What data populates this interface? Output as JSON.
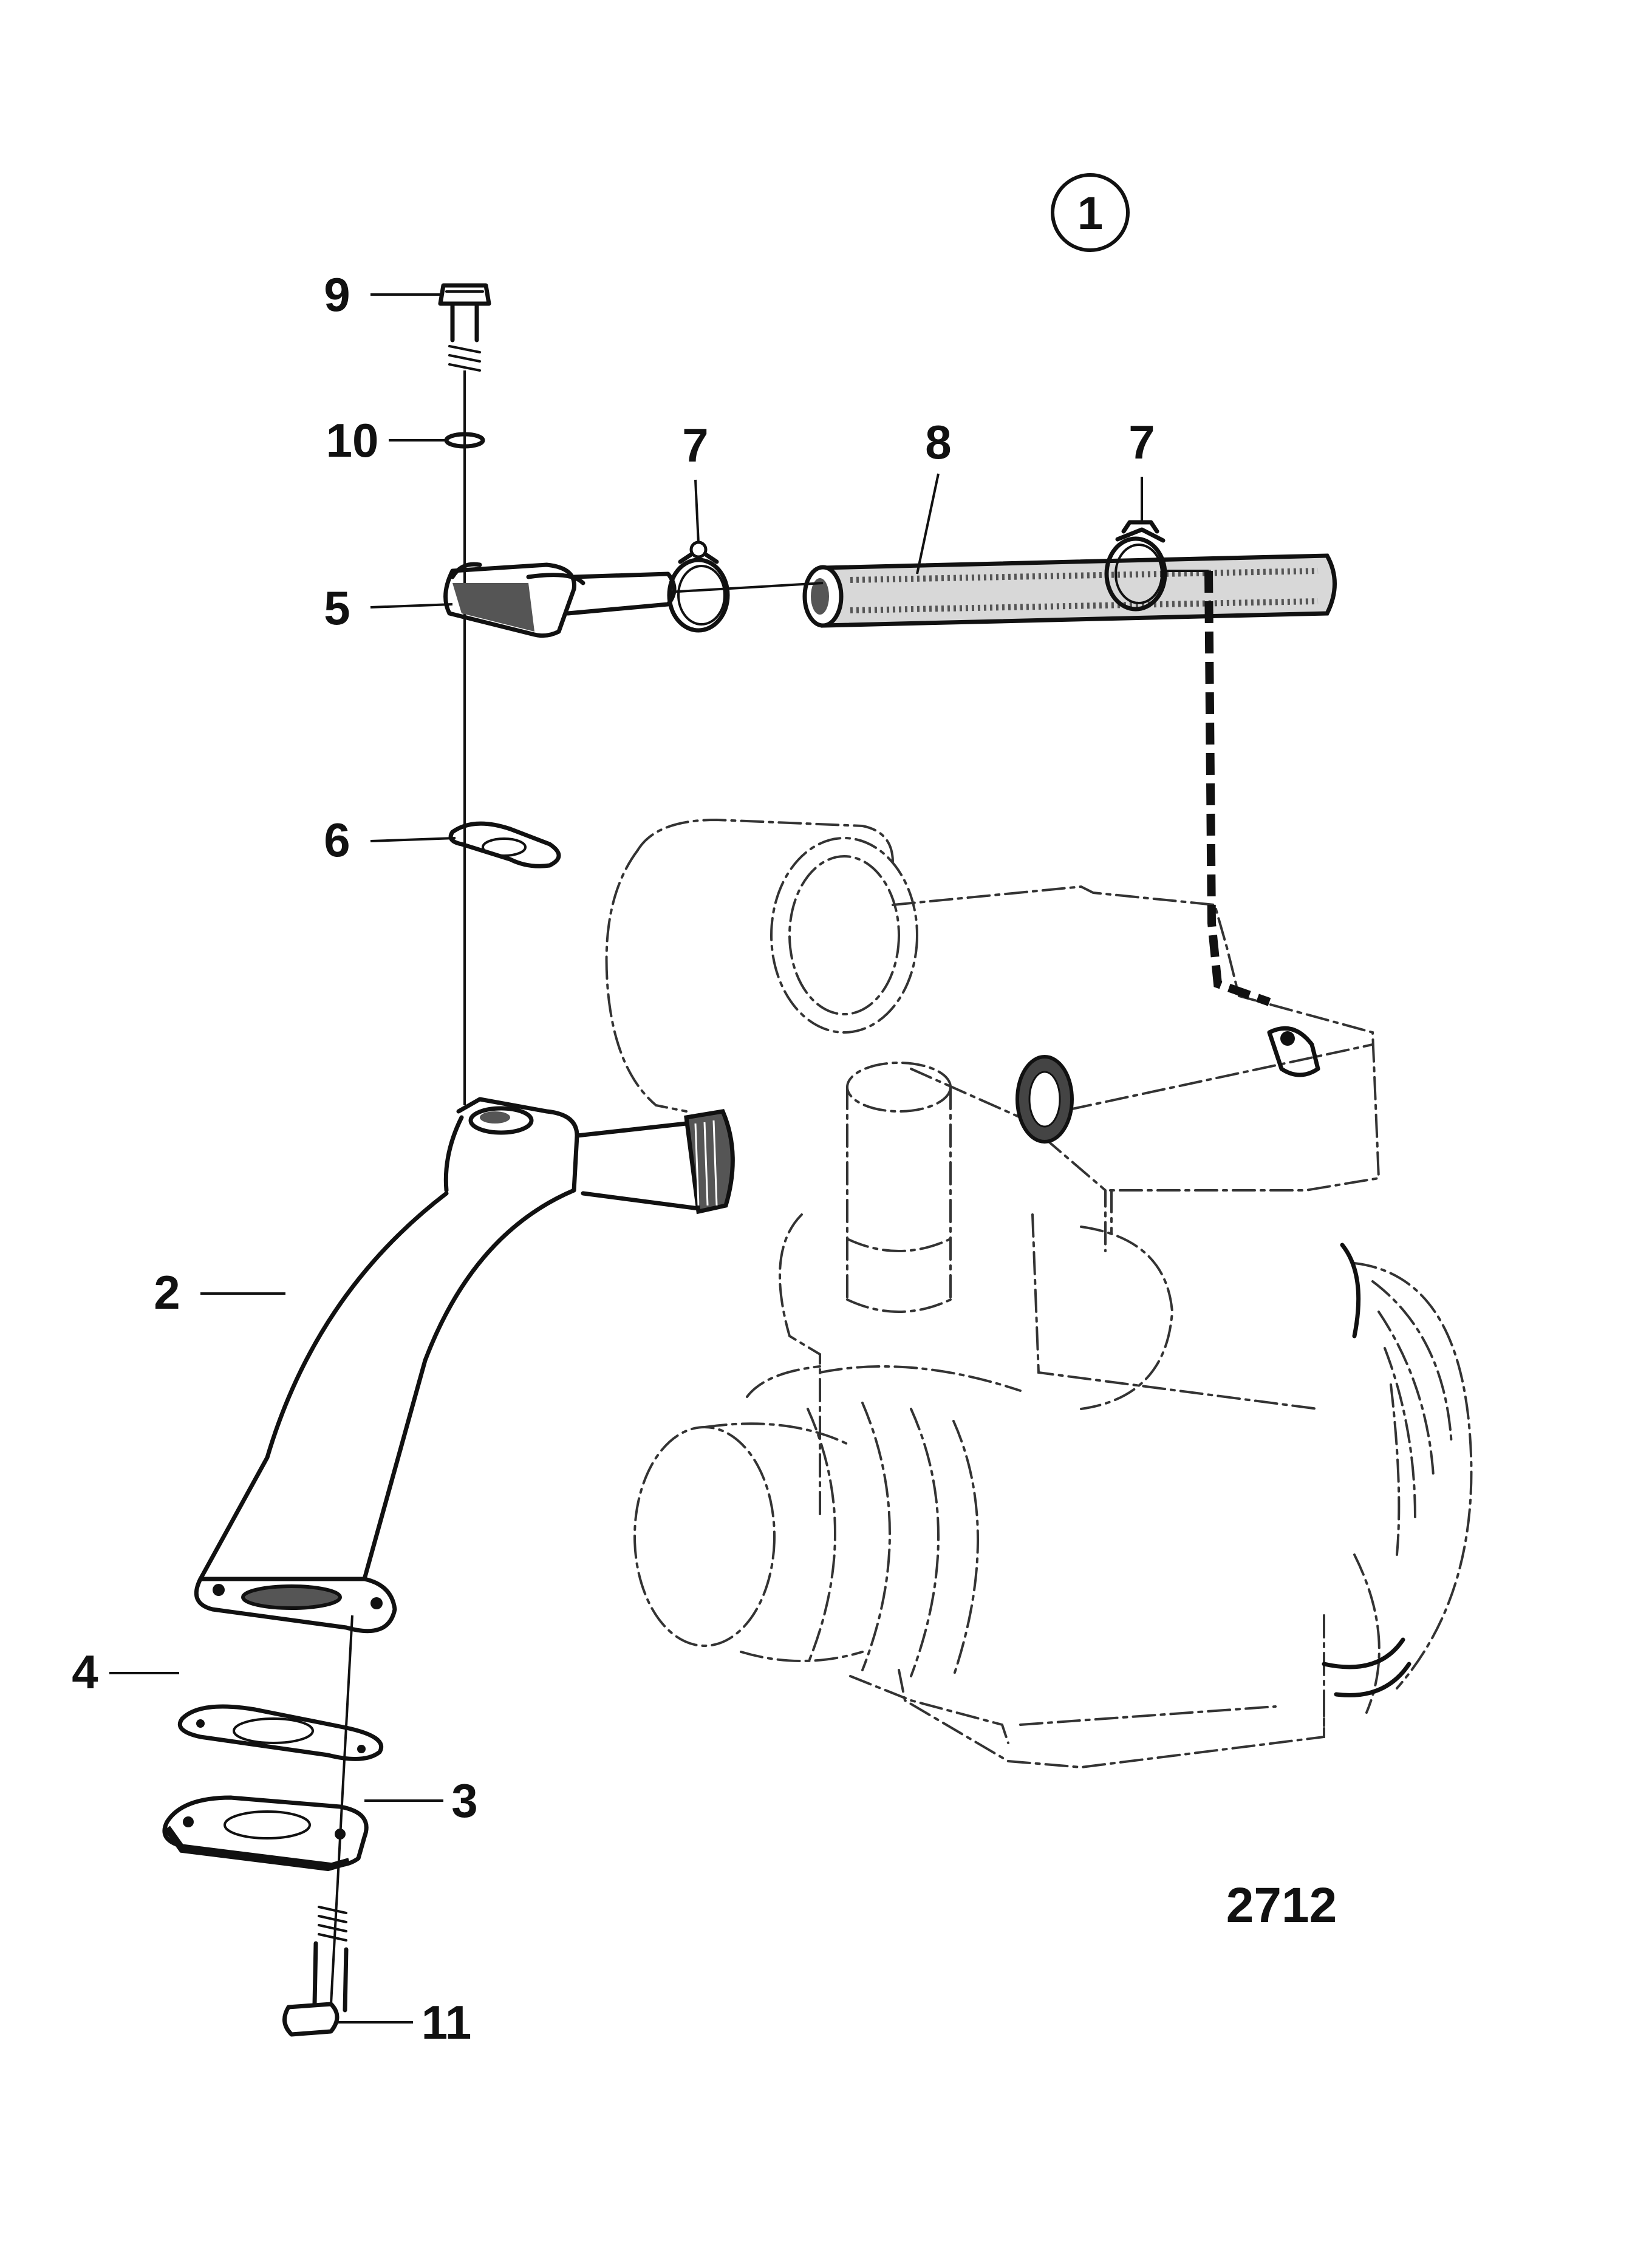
{
  "diagram": {
    "view_number": "1",
    "figure_number": "2712",
    "callouts": [
      "9",
      "10",
      "7",
      "8",
      "7",
      "5",
      "6",
      "2",
      "4",
      "3",
      "11"
    ]
  },
  "colors": {
    "ink": "#111111",
    "paper": "#ffffff"
  }
}
